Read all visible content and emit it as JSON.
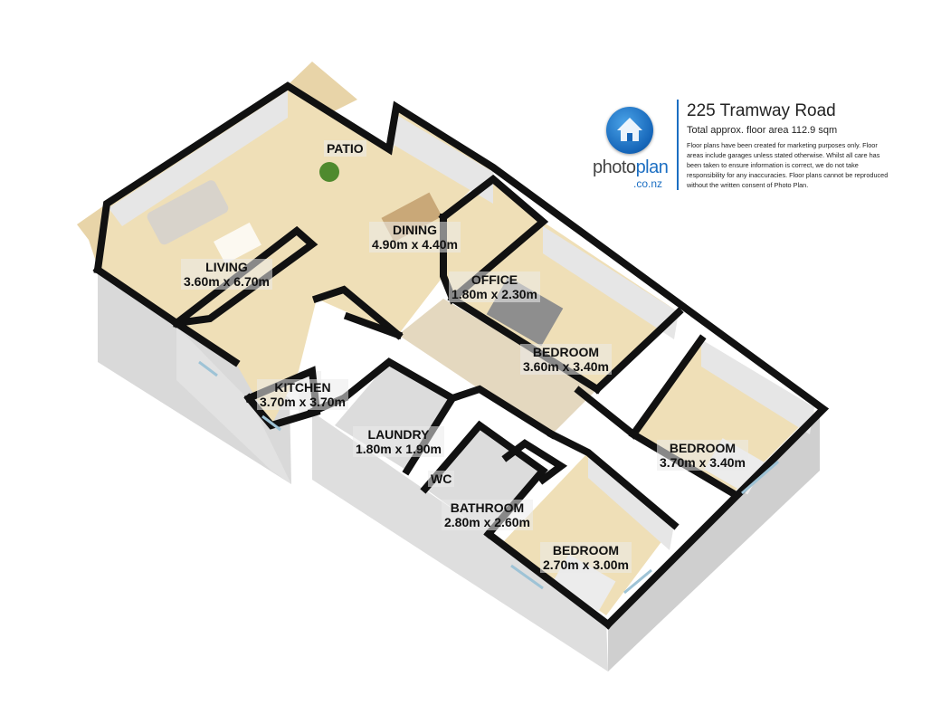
{
  "property": {
    "address": "225 Tramway Road",
    "floor_area": "Total approx. floor area 112.9 sqm",
    "disclaimer": "Floor plans have been created for marketing purposes only. Floor areas include garages unless stated otherwise. Whilst all care has been taken to ensure information is correct, we do not take responsibility for any inaccuracies. Floor plans cannot be reproduced without the written consent of Photo Plan."
  },
  "brand": {
    "logo_icon": "house-icon",
    "word_part1": "photo",
    "word_part2": "plan",
    "tld": ".co.nz",
    "color": "#1b6ec2"
  },
  "rooms": {
    "patio": {
      "name": "PATIO"
    },
    "dining": {
      "name": "DINING",
      "dims": "4.90m x 4.40m"
    },
    "living": {
      "name": "LIVING",
      "dims": "3.60m x 6.70m"
    },
    "office": {
      "name": "OFFICE",
      "dims": "1.80m x 2.30m"
    },
    "bedroom1": {
      "name": "BEDROOM",
      "dims": "3.60m x 3.40m"
    },
    "kitchen": {
      "name": "KITCHEN",
      "dims": "3.70m x 3.70m"
    },
    "laundry": {
      "name": "LAUNDRY",
      "dims": "1.80m x 1.90m"
    },
    "bedroom2": {
      "name": "BEDROOM",
      "dims": "3.70m x 3.40m"
    },
    "wc": {
      "name": "WC"
    },
    "bathroom": {
      "name": "BATHROOM",
      "dims": "2.80m x 2.60m"
    },
    "bedroom3": {
      "name": "BEDROOM",
      "dims": "2.70m x 3.00m"
    }
  },
  "colors": {
    "floor": "#efdfb7",
    "deck": "#e8d4a8",
    "wall_top": "#111111",
    "wall_face": "#e6e6e6",
    "wall_shadow": "#cfcfcf",
    "grey_room": "#dcdcdc"
  }
}
